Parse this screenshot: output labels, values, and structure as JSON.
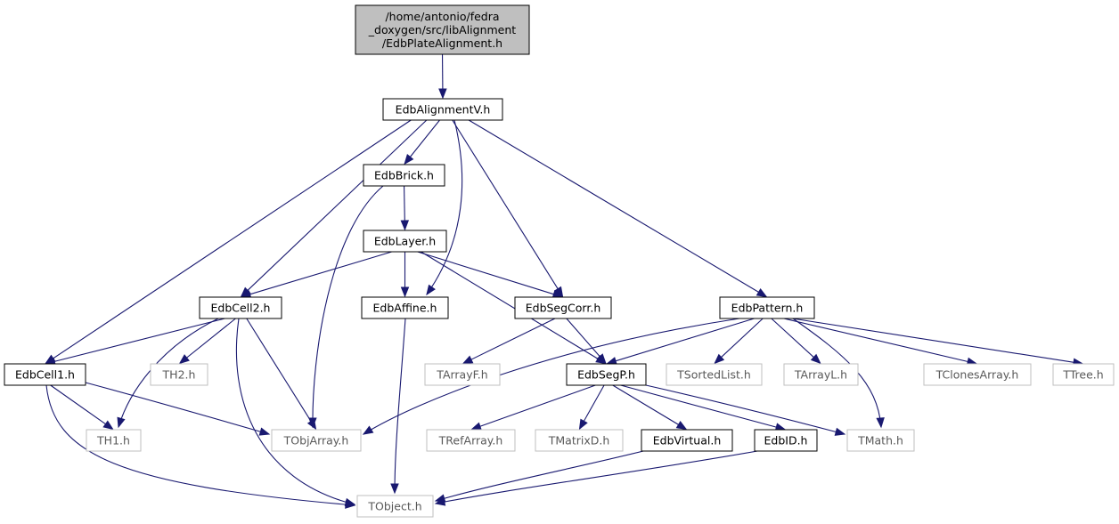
{
  "colors": {
    "edge": "#191970",
    "root_fill": "#bfbfbf",
    "documented_border": "#000000",
    "undocumented_border": "#bfbfbf",
    "undocumented_text": "#595959",
    "text": "#000000"
  },
  "nodes": {
    "root": {
      "lines": [
        "/home/antonio/fedra",
        "_doxygen/src/libAlignment",
        "/EdbPlateAlignment.h"
      ],
      "kind": "root"
    },
    "alignV": {
      "lines": [
        "EdbAlignmentV.h"
      ],
      "kind": "doc"
    },
    "brick": {
      "lines": [
        "EdbBrick.h"
      ],
      "kind": "doc"
    },
    "layer": {
      "lines": [
        "EdbLayer.h"
      ],
      "kind": "doc"
    },
    "cell2": {
      "lines": [
        "EdbCell2.h"
      ],
      "kind": "doc"
    },
    "affine": {
      "lines": [
        "EdbAffine.h"
      ],
      "kind": "doc"
    },
    "segcorr": {
      "lines": [
        "EdbSegCorr.h"
      ],
      "kind": "doc"
    },
    "pattern": {
      "lines": [
        "EdbPattern.h"
      ],
      "kind": "doc"
    },
    "cell1": {
      "lines": [
        "EdbCell1.h"
      ],
      "kind": "doc"
    },
    "th2": {
      "lines": [
        "TH2.h"
      ],
      "kind": "ext"
    },
    "tarrayf": {
      "lines": [
        "TArrayF.h"
      ],
      "kind": "ext"
    },
    "segp": {
      "lines": [
        "EdbSegP.h"
      ],
      "kind": "doc"
    },
    "tsorted": {
      "lines": [
        "TSortedList.h"
      ],
      "kind": "ext"
    },
    "tarrayl": {
      "lines": [
        "TArrayL.h"
      ],
      "kind": "ext"
    },
    "tclones": {
      "lines": [
        "TClonesArray.h"
      ],
      "kind": "ext"
    },
    "ttree": {
      "lines": [
        "TTree.h"
      ],
      "kind": "ext"
    },
    "th1": {
      "lines": [
        "TH1.h"
      ],
      "kind": "ext"
    },
    "tobjarray": {
      "lines": [
        "TObjArray.h"
      ],
      "kind": "ext"
    },
    "trefarray": {
      "lines": [
        "TRefArray.h"
      ],
      "kind": "ext"
    },
    "tmatrixd": {
      "lines": [
        "TMatrixD.h"
      ],
      "kind": "ext"
    },
    "virtual": {
      "lines": [
        "EdbVirtual.h"
      ],
      "kind": "doc"
    },
    "edbid": {
      "lines": [
        "EdbID.h"
      ],
      "kind": "doc"
    },
    "tmath": {
      "lines": [
        "TMath.h"
      ],
      "kind": "ext"
    },
    "tobject": {
      "lines": [
        "TObject.h"
      ],
      "kind": "ext"
    }
  },
  "edges": [
    [
      "root",
      "alignV"
    ],
    [
      "alignV",
      "brick"
    ],
    [
      "alignV",
      "cell2"
    ],
    [
      "alignV",
      "affine"
    ],
    [
      "alignV",
      "segcorr"
    ],
    [
      "alignV",
      "pattern"
    ],
    [
      "alignV",
      "cell1"
    ],
    [
      "brick",
      "layer"
    ],
    [
      "brick",
      "tobjarray"
    ],
    [
      "layer",
      "cell2"
    ],
    [
      "layer",
      "affine"
    ],
    [
      "layer",
      "segcorr"
    ],
    [
      "layer",
      "segp"
    ],
    [
      "cell2",
      "cell1"
    ],
    [
      "cell2",
      "th2"
    ],
    [
      "cell2",
      "th1"
    ],
    [
      "cell2",
      "tobjarray"
    ],
    [
      "cell2",
      "tobject"
    ],
    [
      "affine",
      "tobject"
    ],
    [
      "segcorr",
      "tarrayf"
    ],
    [
      "segcorr",
      "segp"
    ],
    [
      "pattern",
      "segp"
    ],
    [
      "pattern",
      "tsorted"
    ],
    [
      "pattern",
      "tarrayl"
    ],
    [
      "pattern",
      "tclones"
    ],
    [
      "pattern",
      "ttree"
    ],
    [
      "pattern",
      "tmath"
    ],
    [
      "pattern",
      "tobjarray"
    ],
    [
      "cell1",
      "th1"
    ],
    [
      "cell1",
      "tobjarray"
    ],
    [
      "cell1",
      "tobject"
    ],
    [
      "segp",
      "trefarray"
    ],
    [
      "segp",
      "tmatrixd"
    ],
    [
      "segp",
      "virtual"
    ],
    [
      "segp",
      "edbid"
    ],
    [
      "segp",
      "tmath"
    ],
    [
      "virtual",
      "tobject"
    ],
    [
      "edbid",
      "tobject"
    ]
  ]
}
